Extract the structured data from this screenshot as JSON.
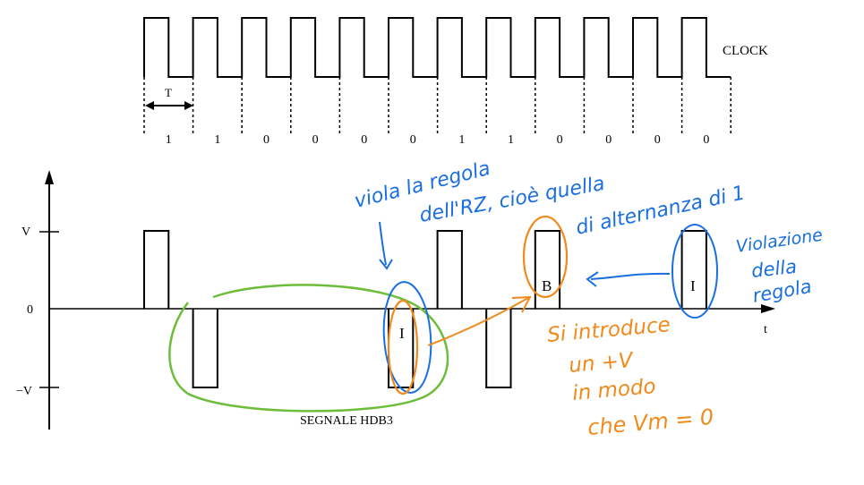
{
  "clock": {
    "label": "CLOCK",
    "period_label": "T",
    "bits": [
      "1",
      "1",
      "0",
      "0",
      "0",
      "0",
      "1",
      "1",
      "0",
      "0",
      "0",
      "0"
    ]
  },
  "signal": {
    "title": "SEGNALE HDB3",
    "y_levels": {
      "top": "V",
      "zero": "0",
      "bottom": "−V"
    },
    "x_axis_label": "t",
    "levels_per_bit": [
      1,
      -1,
      0,
      0,
      0,
      -1,
      1,
      -1,
      1,
      0,
      0,
      1
    ],
    "pulse_tags": {
      "violation_1": "I",
      "balancing": "B",
      "violation_2": "I"
    }
  },
  "annotations": {
    "blue_top_line1": "viola la regola",
    "blue_top_line2": "dell'RZ, cioè quella",
    "blue_top_line3": "di alternanza di 1",
    "blue_right_line1": "Violazione",
    "blue_right_line2": "della",
    "blue_right_line3": "regola",
    "orange_line1": "Si introduce",
    "orange_line2": "un +V",
    "orange_line3": "in modo",
    "orange_line4": "che Vm = 0"
  },
  "colors": {
    "ink": "#000000",
    "blue_pen": "#1a6fe0",
    "orange_pen": "#f08a1c",
    "green_pen": "#6cbd3a"
  }
}
